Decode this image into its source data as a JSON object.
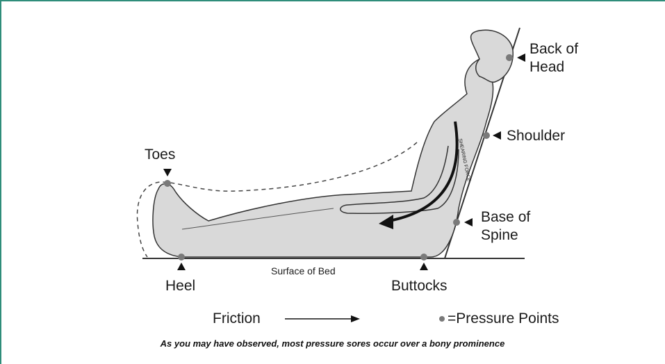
{
  "labels": {
    "back_of_head": "Back of\nHead",
    "shoulder": "Shoulder",
    "toes": "Toes",
    "base_of_spine": "Base of\nSpine",
    "heel": "Heel",
    "surface_of_bed": "Surface of Bed",
    "buttocks": "Buttocks",
    "shearing_force": "SHEARING FORCE",
    "friction": "Friction",
    "pressure_points_legend": "=Pressure Points"
  },
  "caption": "As you may have observed, most pressure sores occur over a bony prominence",
  "colors": {
    "frame": "#2f8d7a",
    "body_fill": "#d9d9d9",
    "pressure_point": "#7a7a7a",
    "ink": "#1a1a1a"
  }
}
